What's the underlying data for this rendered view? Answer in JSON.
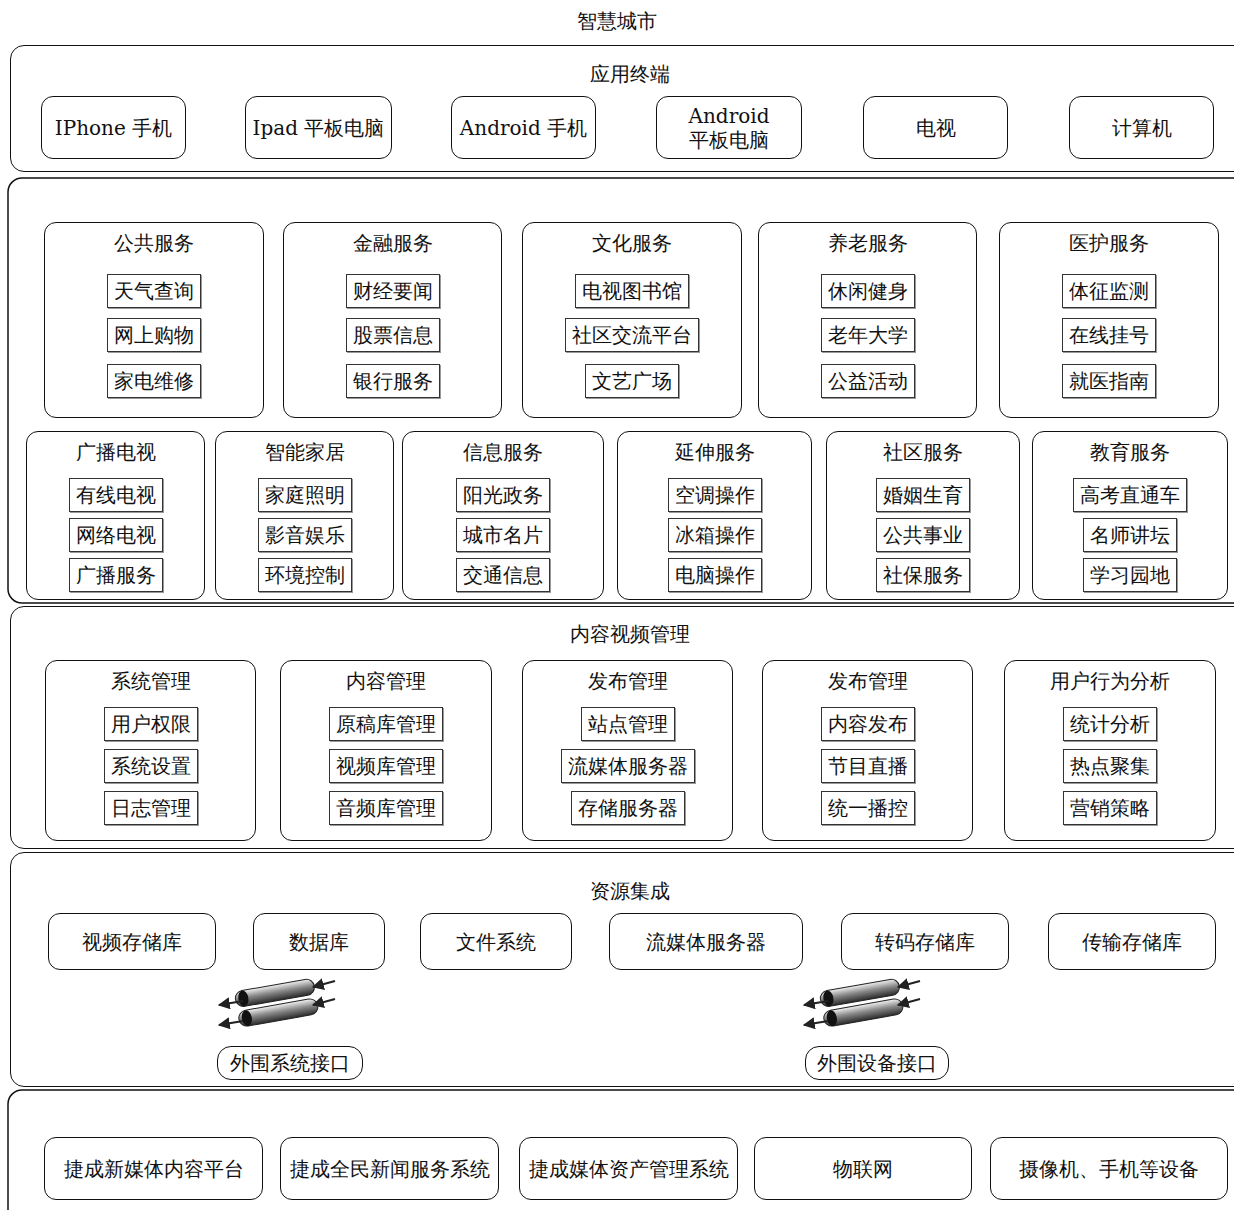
{
  "diagram": {
    "title": "智慧城市",
    "nodes": [
      {
        "text": [
          "应用终端"
        ]
      },
      {
        "text": [
          "IPhone 手机"
        ],
        "in": 0
      },
      {
        "text": [
          "Ipad 平板电脑"
        ],
        "in": 0
      },
      {
        "text": [
          "Android 手机"
        ],
        "in": 0
      },
      {
        "text": [
          "Android 平板电脑"
        ],
        "in": 0
      },
      {
        "text": [
          "电视"
        ],
        "in": 0
      },
      {
        "text": [
          "计算机"
        ],
        "in": 0
      },
      {
        "text": [
          "公共服务"
        ]
      },
      {
        "text": [
          "天气查询"
        ],
        "in": 7
      },
      {
        "text": [
          "网上购物"
        ],
        "in": 7
      },
      {
        "text": [
          "家电维修"
        ],
        "in": 7
      },
      {
        "text": [
          "金融服务"
        ]
      },
      {
        "text": [
          "财经要闻"
        ],
        "in": 11
      },
      {
        "text": [
          "股票信息"
        ],
        "in": 11
      },
      {
        "text": [
          "银行服务"
        ],
        "in": 11
      },
      {
        "text": [
          "文化服务"
        ]
      },
      {
        "text": [
          "电视图书馆"
        ],
        "in": 15
      },
      {
        "text": [
          "社区交流平台"
        ],
        "in": 15
      },
      {
        "text": [
          "文艺广场"
        ],
        "in": 15
      },
      {
        "text": [
          "养老服务"
        ]
      },
      {
        "text": [
          "休闲健身"
        ],
        "in": 19
      },
      {
        "text": [
          "老年大学"
        ],
        "in": 19
      },
      {
        "text": [
          "公益活动"
        ],
        "in": 19
      },
      {
        "text": [
          "医护服务"
        ]
      },
      {
        "text": [
          "体征监测"
        ],
        "in": 23
      },
      {
        "text": [
          "在线挂号"
        ],
        "in": 23
      },
      {
        "text": [
          "就医指南"
        ],
        "in": 23
      },
      {
        "text": [
          "广播电视"
        ]
      },
      {
        "text": [
          "有线电视"
        ],
        "in": 27
      },
      {
        "text": [
          "网络电视"
        ],
        "in": 27
      },
      {
        "text": [
          "广播服务"
        ],
        "in": 27
      },
      {
        "text": [
          "智能家居"
        ]
      },
      {
        "text": [
          "家庭照明"
        ],
        "in": 31
      },
      {
        "text": [
          "影音娱乐"
        ],
        "in": 31
      },
      {
        "text": [
          "环境控制"
        ],
        "in": 31
      },
      {
        "text": [
          "信息服务"
        ]
      },
      {
        "text": [
          "阳光政务"
        ],
        "in": 35
      },
      {
        "text": [
          "城市名片"
        ],
        "in": 35
      },
      {
        "text": [
          "交通信息"
        ],
        "in": 35
      },
      {
        "text": [
          "延伸服务"
        ]
      },
      {
        "text": [
          "空调操作"
        ],
        "in": 39
      },
      {
        "text": [
          "冰箱操作"
        ],
        "in": 39
      },
      {
        "text": [
          "电脑操作"
        ],
        "in": 39
      },
      {
        "text": [
          "社区服务"
        ]
      },
      {
        "text": [
          "婚姻生育"
        ],
        "in": 43
      },
      {
        "text": [
          "公共事业"
        ],
        "in": 43
      },
      {
        "text": [
          "社保服务"
        ],
        "in": 43
      },
      {
        "text": [
          "教育服务"
        ]
      },
      {
        "text": [
          "高考直通车"
        ],
        "in": 47
      },
      {
        "text": [
          "名师讲坛"
        ],
        "in": 47
      },
      {
        "text": [
          "学习园地"
        ],
        "in": 47
      },
      {
        "text": [
          "内容视频管理"
        ]
      },
      {
        "text": [
          "系统管理"
        ],
        "in": 51
      },
      {
        "text": [
          "用户权限"
        ],
        "in": 52
      },
      {
        "text": [
          "系统设置"
        ],
        "in": 52
      },
      {
        "text": [
          "日志管理"
        ],
        "in": 52
      },
      {
        "text": [
          "内容管理"
        ],
        "in": 51
      },
      {
        "text": [
          "原稿库管理"
        ],
        "in": 56
      },
      {
        "text": [
          "视频库管理"
        ],
        "in": 56
      },
      {
        "text": [
          "音频库管理"
        ],
        "in": 56
      },
      {
        "text": [
          "发布管理"
        ],
        "in": 51
      },
      {
        "text": [
          "站点管理"
        ],
        "in": 60
      },
      {
        "text": [
          "流媒体服务器"
        ],
        "in": 60
      },
      {
        "text": [
          "存储服务器"
        ],
        "in": 60
      },
      {
        "text": [
          "发布管理"
        ],
        "in": 51
      },
      {
        "text": [
          "内容发布"
        ],
        "in": 64
      },
      {
        "text": [
          "节目直播"
        ],
        "in": 64
      },
      {
        "text": [
          "统一播控"
        ],
        "in": 64
      },
      {
        "text": [
          "用户行为分析"
        ],
        "in": 51
      },
      {
        "text": [
          "统计分析"
        ],
        "in": 68
      },
      {
        "text": [
          "热点聚集"
        ],
        "in": 68
      },
      {
        "text": [
          "营销策略"
        ],
        "in": 68
      },
      {
        "text": [
          "资源集成"
        ]
      },
      {
        "text": [
          "视频存储库"
        ],
        "in": 72
      },
      {
        "text": [
          "数据库"
        ],
        "in": 72
      },
      {
        "text": [
          "文件系统"
        ],
        "in": 72
      },
      {
        "text": [
          "流媒体服务器"
        ],
        "in": 72
      },
      {
        "text": [
          "转码存储库"
        ],
        "in": 72
      },
      {
        "text": [
          "传输存储库"
        ],
        "in": 72
      },
      {
        "text": [
          "外围系统接口"
        ],
        "in": 72
      },
      {
        "text": [
          "外围设备接口"
        ],
        "in": 72
      },
      {
        "text": [
          "捷成新媒体内容平台"
        ]
      },
      {
        "text": [
          "捷成全民新闻服务系统"
        ]
      },
      {
        "text": [
          "捷成媒体资产管理系统"
        ]
      },
      {
        "text": [
          "物联网"
        ]
      },
      {
        "text": [
          "摄像机、手机等设备"
        ]
      }
    ]
  }
}
